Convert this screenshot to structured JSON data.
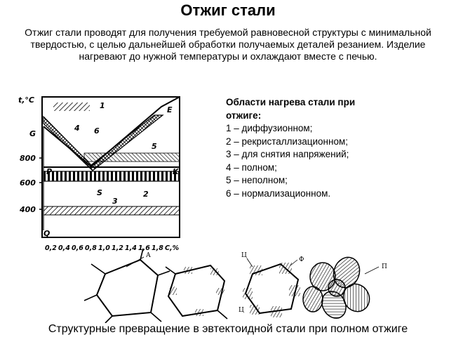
{
  "title": "Отжиг стали",
  "intro": "Отжиг стали проводят для получения требуемой равновесной структуры с минимальной твердостью, с целью дальнейшей обработки получаемых деталей резанием. Изделие нагревают до нужной температуры и охлаждают вместе с печью.",
  "legend": {
    "heading_1": "Области нагрева стали при",
    "heading_2": "отжиге:",
    "items": [
      "1 – диффузионном;",
      "2 – рекристаллизационном;",
      "3 – для снятия напряжений;",
      "4 – полном;",
      "5 – неполном;",
      "6 – нормализационном."
    ]
  },
  "diagram": {
    "y_unit": "t,°C",
    "y_ticks": [
      "800",
      "600",
      "400"
    ],
    "x_ticks": [
      "0,2",
      "0,4",
      "0,6",
      "0,8",
      "1,0",
      "1,2",
      "1,4",
      "1,6",
      "1,8",
      "C,%"
    ],
    "point_labels": {
      "G": "G",
      "E": "E",
      "P": "P",
      "S": "S",
      "K": "K",
      "Q": "Q"
    },
    "region_labels": {
      "r1": "1",
      "r2": "2",
      "r3": "3",
      "r4": "4",
      "r5": "5",
      "r6": "6"
    }
  },
  "structures": {
    "label_a": "А",
    "label_c1": "Ц",
    "label_c2": "Ц",
    "label_f": "Ф",
    "label_p": "П"
  },
  "caption": "Структурные превращение в эвтектоидной стали при полном отжиге"
}
